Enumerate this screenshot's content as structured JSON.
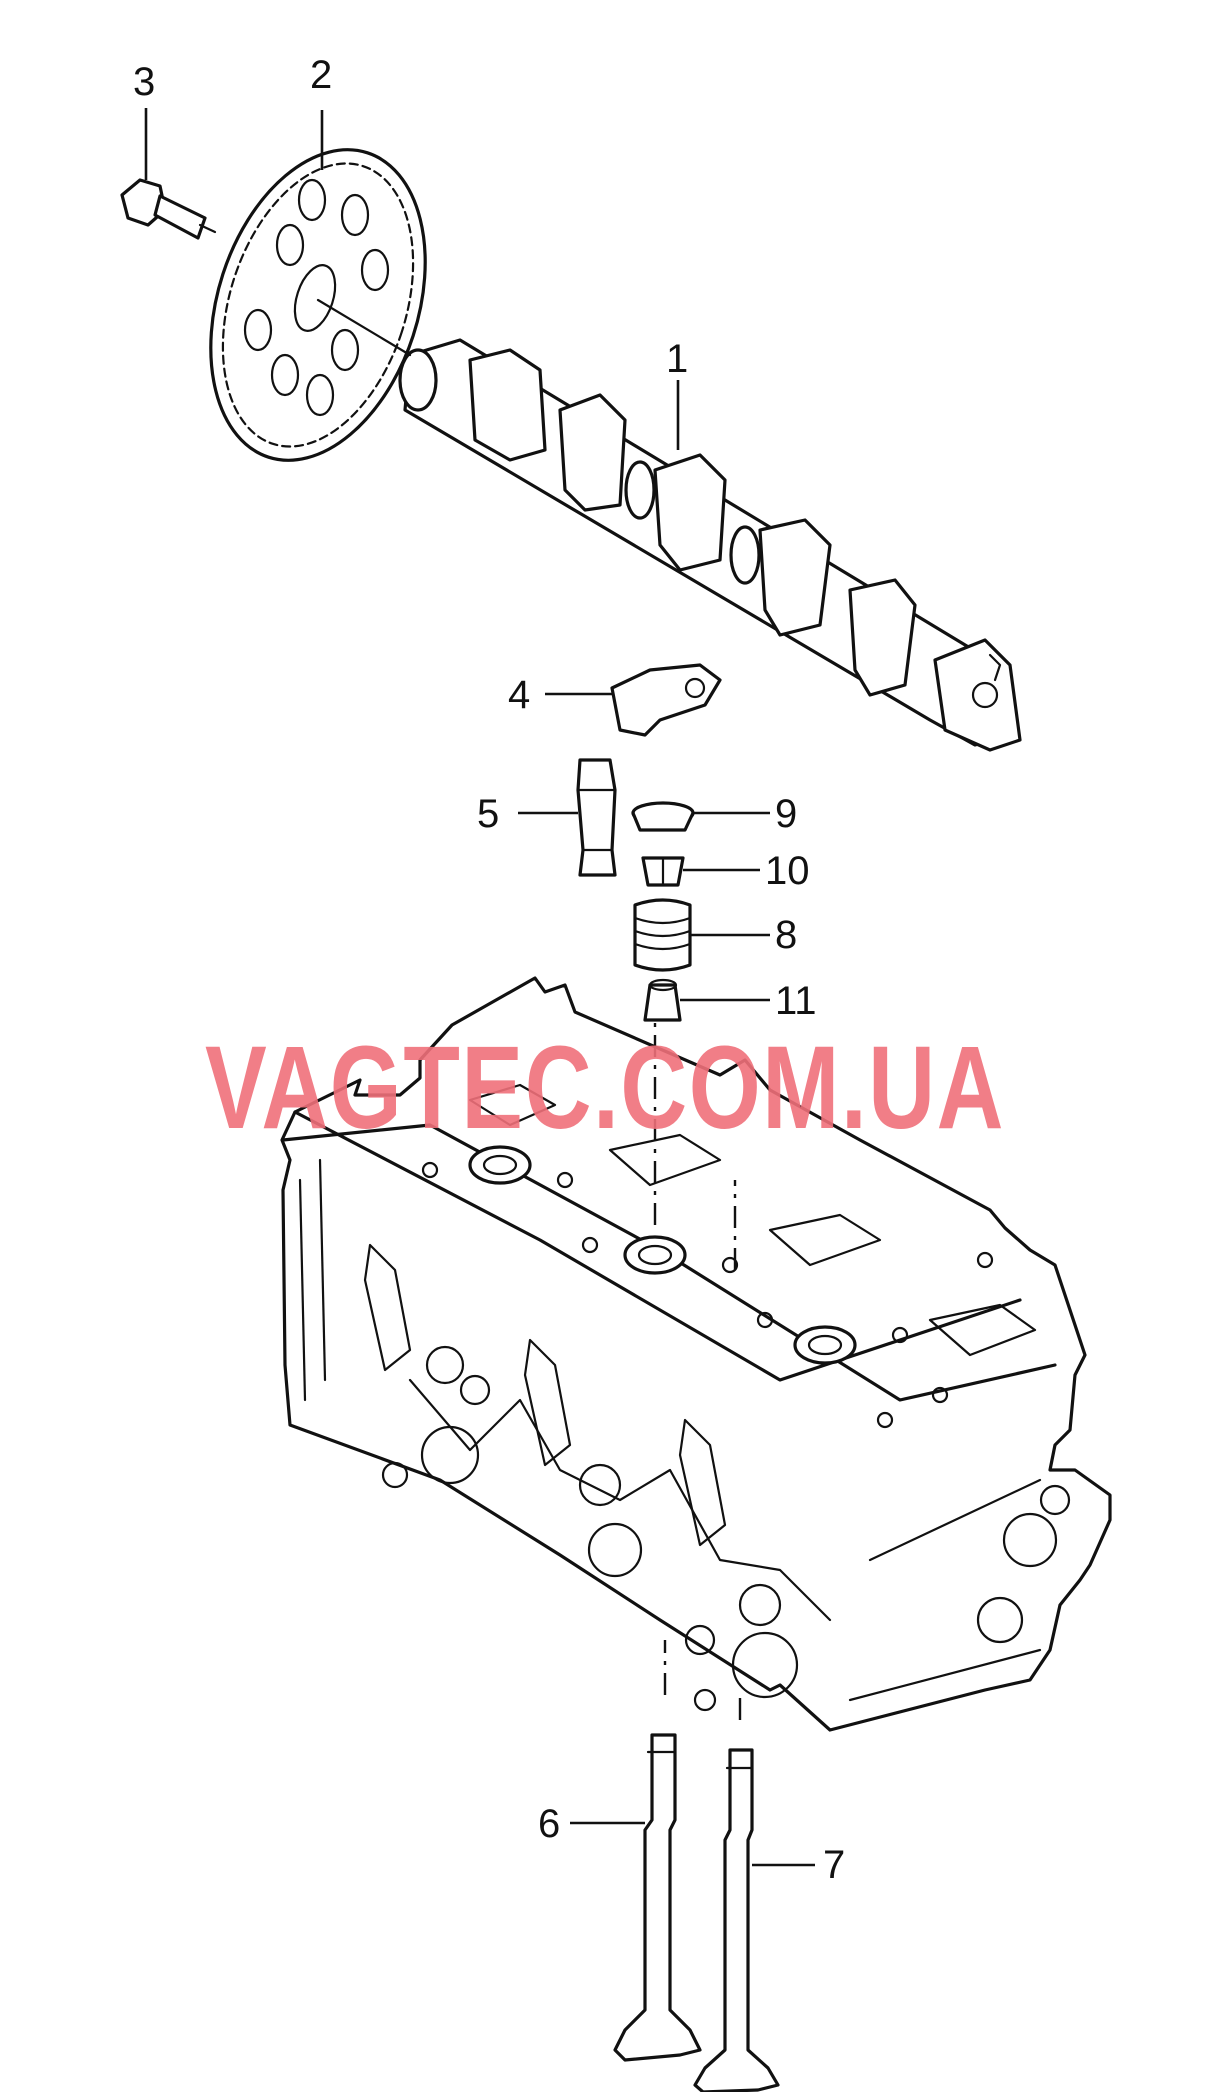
{
  "watermark": {
    "text": "VAGTEC.COM.UA",
    "color": "#f0707a"
  },
  "callouts": [
    {
      "id": "1",
      "label": "1"
    },
    {
      "id": "2",
      "label": "2"
    },
    {
      "id": "3",
      "label": "3"
    },
    {
      "id": "4",
      "label": "4"
    },
    {
      "id": "5",
      "label": "5"
    },
    {
      "id": "6",
      "label": "6"
    },
    {
      "id": "7",
      "label": "7"
    },
    {
      "id": "8",
      "label": "8"
    },
    {
      "id": "9",
      "label": "9"
    },
    {
      "id": "10",
      "label": "10"
    },
    {
      "id": "11",
      "label": "11"
    }
  ],
  "parts": [
    {
      "part": "camshaft",
      "callout": "1"
    },
    {
      "part": "camshaft-sprocket",
      "callout": "2"
    },
    {
      "part": "sprocket-bolt",
      "callout": "3"
    },
    {
      "part": "rocker-arm",
      "callout": "4"
    },
    {
      "part": "hydraulic-lifter",
      "callout": "5"
    },
    {
      "part": "intake-valve",
      "callout": "6"
    },
    {
      "part": "exhaust-valve",
      "callout": "7"
    },
    {
      "part": "valve-spring",
      "callout": "8"
    },
    {
      "part": "spring-retainer",
      "callout": "9"
    },
    {
      "part": "valve-keepers",
      "callout": "10"
    },
    {
      "part": "valve-stem-seal",
      "callout": "11"
    },
    {
      "part": "cylinder-head",
      "callout": ""
    }
  ]
}
